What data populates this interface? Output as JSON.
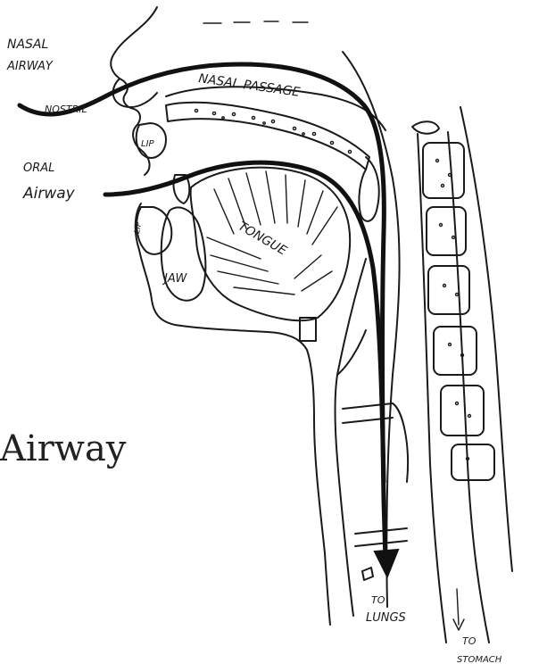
{
  "labels": {
    "nasal_airway": [
      "NASAL",
      "AIRWAY"
    ],
    "nostril": "NOSTRIL",
    "nasal_passage": "NASAL PASSAGE",
    "lip_top": "LIP",
    "oral_airway": [
      "ORAL",
      "Airway"
    ],
    "tongue": "TONGUE",
    "jaw": "JAW",
    "lip_bottom": "LIP",
    "to_lungs": [
      "TO",
      "LUNGS"
    ],
    "to_stomach": [
      "TO",
      "STOMACH"
    ]
  },
  "title_fragment": "Airway"
}
